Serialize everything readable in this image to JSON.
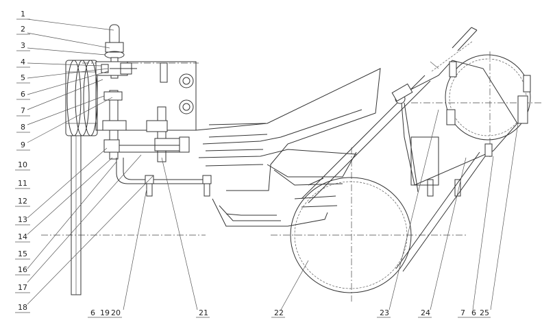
{
  "labels_left": [
    "1",
    "2",
    "3",
    "4",
    "5",
    "6",
    "7",
    "8",
    "9",
    "10",
    "11",
    "12",
    "13",
    "14",
    "15",
    "16",
    "17",
    "18"
  ],
  "labels_bottom": [
    "6",
    "19",
    "20",
    "21",
    "22",
    "23",
    "24",
    "7",
    "6",
    "25"
  ]
}
